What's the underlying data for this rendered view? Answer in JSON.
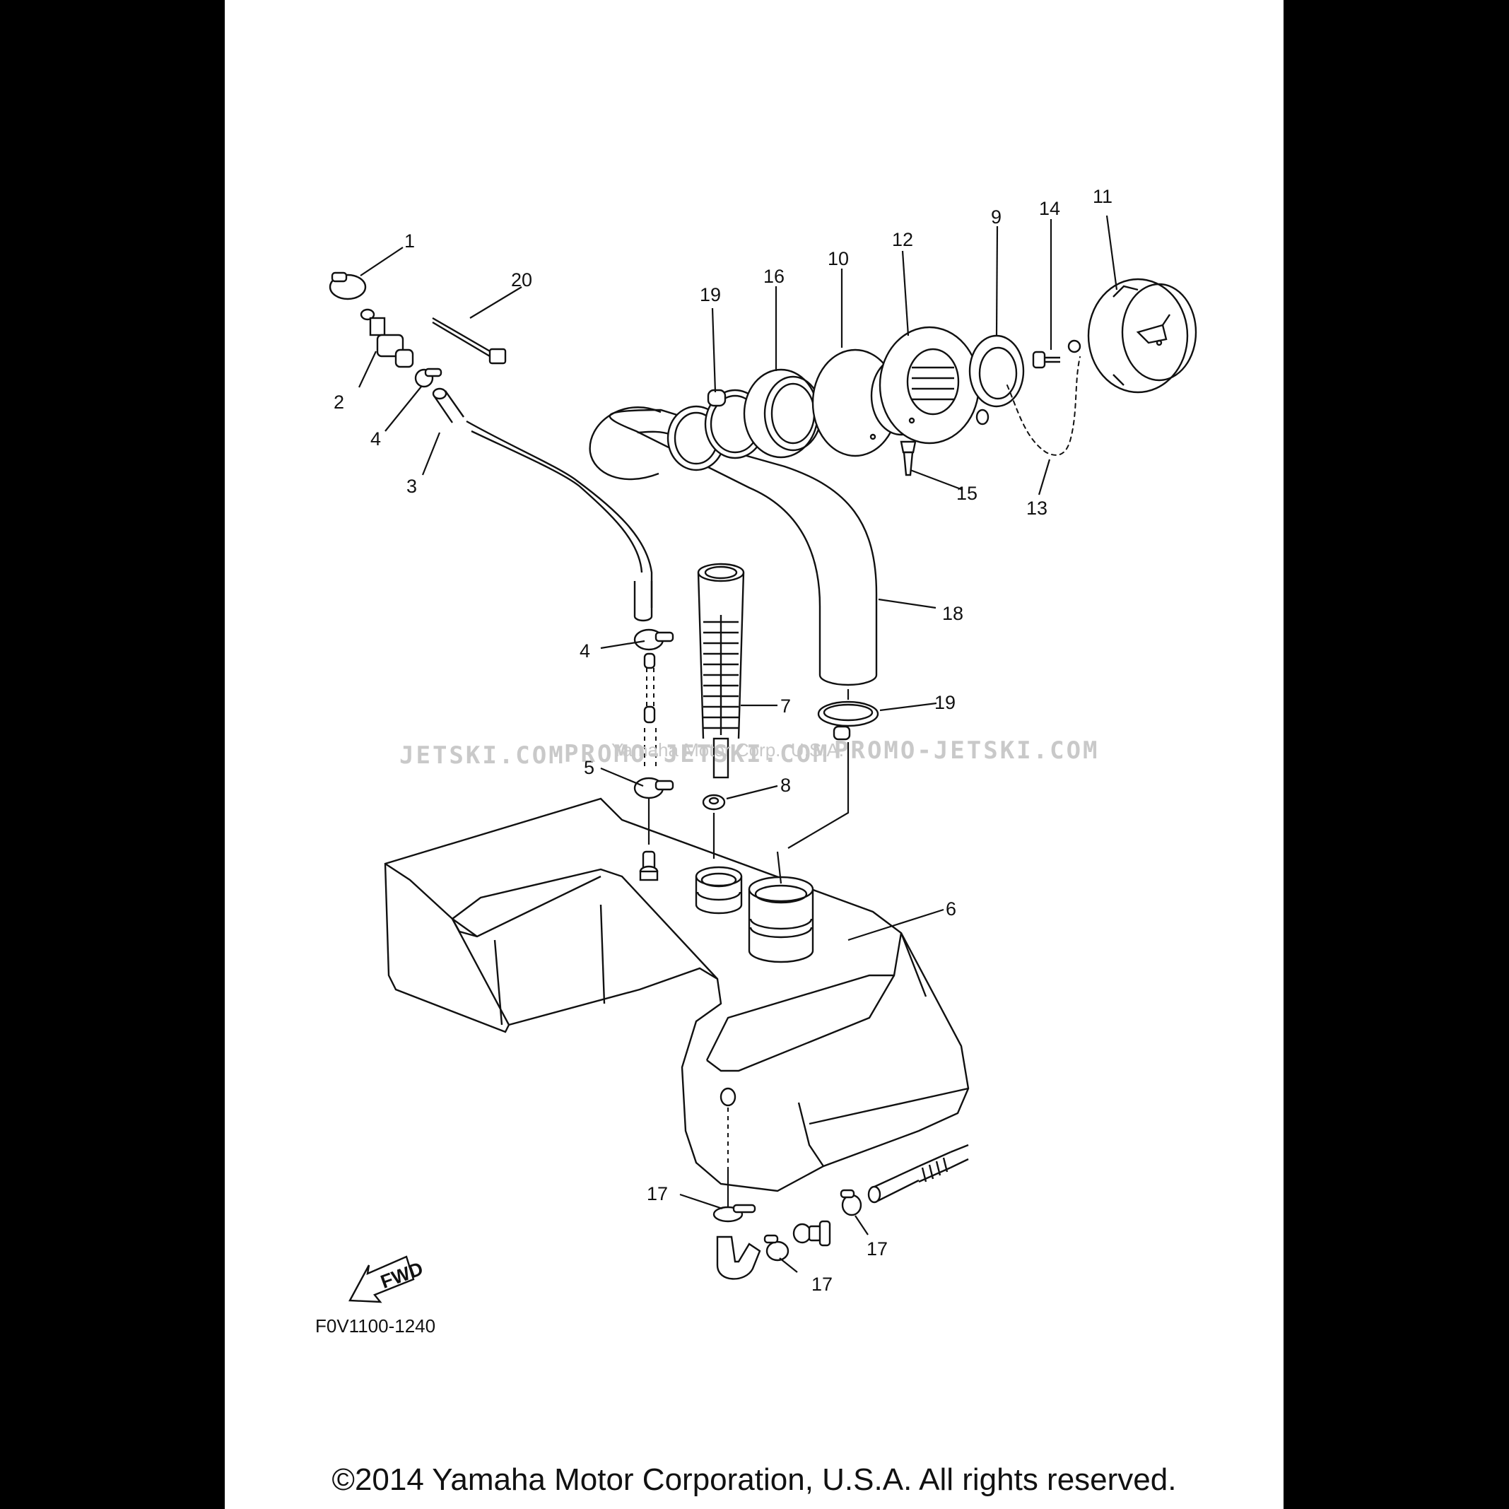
{
  "diagram_code": "F0V1100-1240",
  "copyright": "©2014 Yamaha Motor Corporation, U.S.A. All rights reserved.",
  "watermark": {
    "left": "JETSKI.COM",
    "center": "PROMO-JETSKI.COM",
    "right": "PROMO-JETSKI.COM",
    "overlay": "Yamaha Motor Corp., U.S.A."
  },
  "fwd_label": "FWD",
  "callouts": {
    "c1": "1",
    "c2": "2",
    "c3": "3",
    "c4a": "4",
    "c4b": "4",
    "c5": "5",
    "c6": "6",
    "c7": "7",
    "c8": "8",
    "c9": "9",
    "c10": "10",
    "c11": "11",
    "c12": "12",
    "c13": "13",
    "c14": "14",
    "c15": "15",
    "c16": "16",
    "c17a": "17",
    "c17b": "17",
    "c17c": "17",
    "c18": "18",
    "c19a": "19",
    "c19b": "19",
    "c20": "20"
  },
  "colors": {
    "background": "#000000",
    "sheet": "#ffffff",
    "ink": "#111111",
    "watermark": "#c9c9c9"
  }
}
